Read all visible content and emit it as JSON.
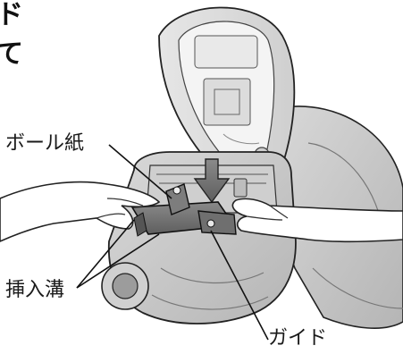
{
  "heading": {
    "line1": "ド",
    "line2": "て"
  },
  "callouts": {
    "cardboard": "ボール紙",
    "insertion_slots": "挿入溝",
    "guide": "ガイド"
  }
}
